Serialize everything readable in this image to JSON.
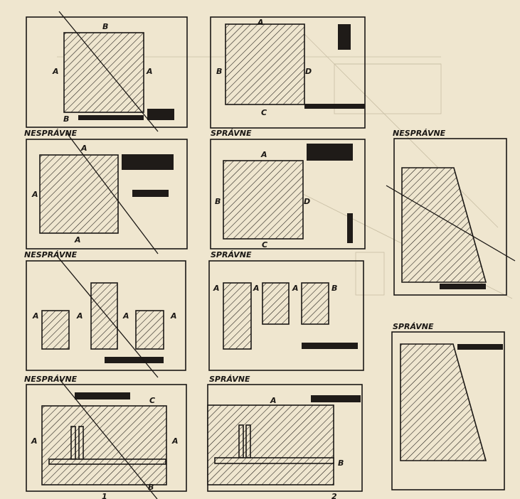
{
  "labels": {
    "wrong": "NESPRÁVNE",
    "right": "SPRÁVNE",
    "edge_a": "A",
    "edge_b": "B",
    "edge_c": "C",
    "edge_d": "D",
    "number_1": "1",
    "number_2": "2"
  },
  "colors": {
    "paper": "#efe6cf",
    "ink": "#1a1714"
  }
}
